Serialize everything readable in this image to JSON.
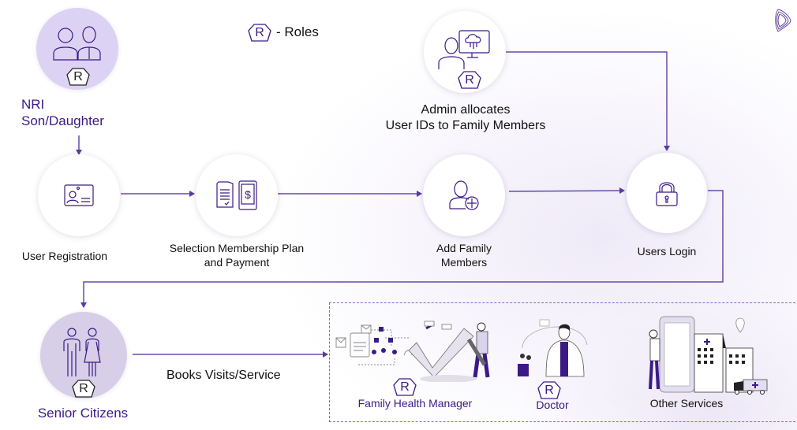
{
  "legend": {
    "badge": "R",
    "text": "- Roles"
  },
  "roles": {
    "nri": {
      "label_line1": "NRI",
      "label_line2": "Son/Daughter",
      "badge": "R"
    },
    "admin": {
      "label_line1": "Admin allocates",
      "label_line2": "User IDs to Family Members",
      "badge": "R"
    },
    "senior": {
      "label": "Senior Citizens",
      "badge": "R"
    }
  },
  "steps": [
    {
      "id": "registration",
      "label_line1": "User Registration",
      "label_line2": ""
    },
    {
      "id": "membership",
      "label_line1": "Selection Membership Plan",
      "label_line2": "and Payment"
    },
    {
      "id": "family",
      "label_line1": "Add Family",
      "label_line2": "Members"
    },
    {
      "id": "login",
      "label_line1": "Users Login",
      "label_line2": ""
    }
  ],
  "edge_labels": {
    "books": "Books Visits/Service"
  },
  "services": [
    {
      "label": "Family Health Manager",
      "badge": "R"
    },
    {
      "label": "Doctor",
      "badge": "R"
    },
    {
      "label": "Other Services"
    }
  ],
  "colors": {
    "accent": "#5b3a9e",
    "role_fill": "#dcd2f3",
    "label_purple": "#3b1a86"
  }
}
